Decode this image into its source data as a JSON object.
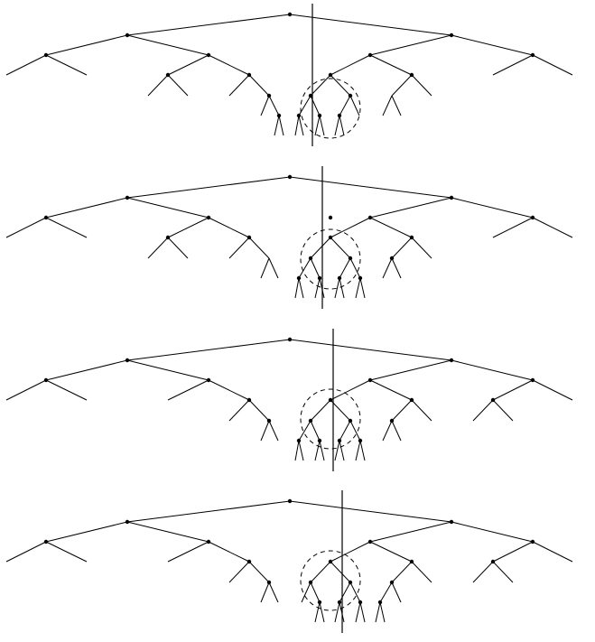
{
  "diagram": {
    "panel_count": 4,
    "colors": {
      "line": "#000000",
      "background": "#ffffff"
    },
    "panels": [
      {
        "name": "panel-1"
      },
      {
        "name": "panel-2"
      },
      {
        "name": "panel-3"
      },
      {
        "name": "panel-4"
      }
    ]
  }
}
